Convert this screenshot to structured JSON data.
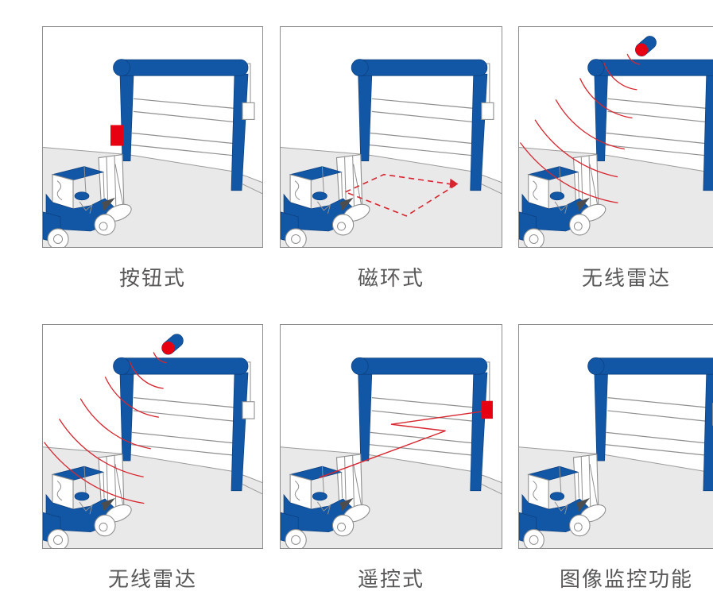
{
  "colors": {
    "blue": "#1257a5",
    "blue_dark": "#0c3e7d",
    "red": "#e60012",
    "signal_red": "#d7262f",
    "floor_gray": "#e9e9e9",
    "line_gray": "#8f8f8f",
    "caption_gray": "#595757",
    "border_gray": "#8c8c8c"
  },
  "panels": [
    {
      "label": "按钮式",
      "icon": "wall-push-button-icon"
    },
    {
      "label": "磁环式",
      "icon": "floor-induction-loop-icon"
    },
    {
      "label": "无线雷达",
      "icon": "radar-sensor-waves-icon"
    },
    {
      "label": "无线雷达",
      "icon": "radar-sensor-waves-icon"
    },
    {
      "label": "遥控式",
      "icon": "remote-signal-icon"
    },
    {
      "label": "图像监控功能",
      "icon": "signal-lamp-icon"
    }
  ]
}
